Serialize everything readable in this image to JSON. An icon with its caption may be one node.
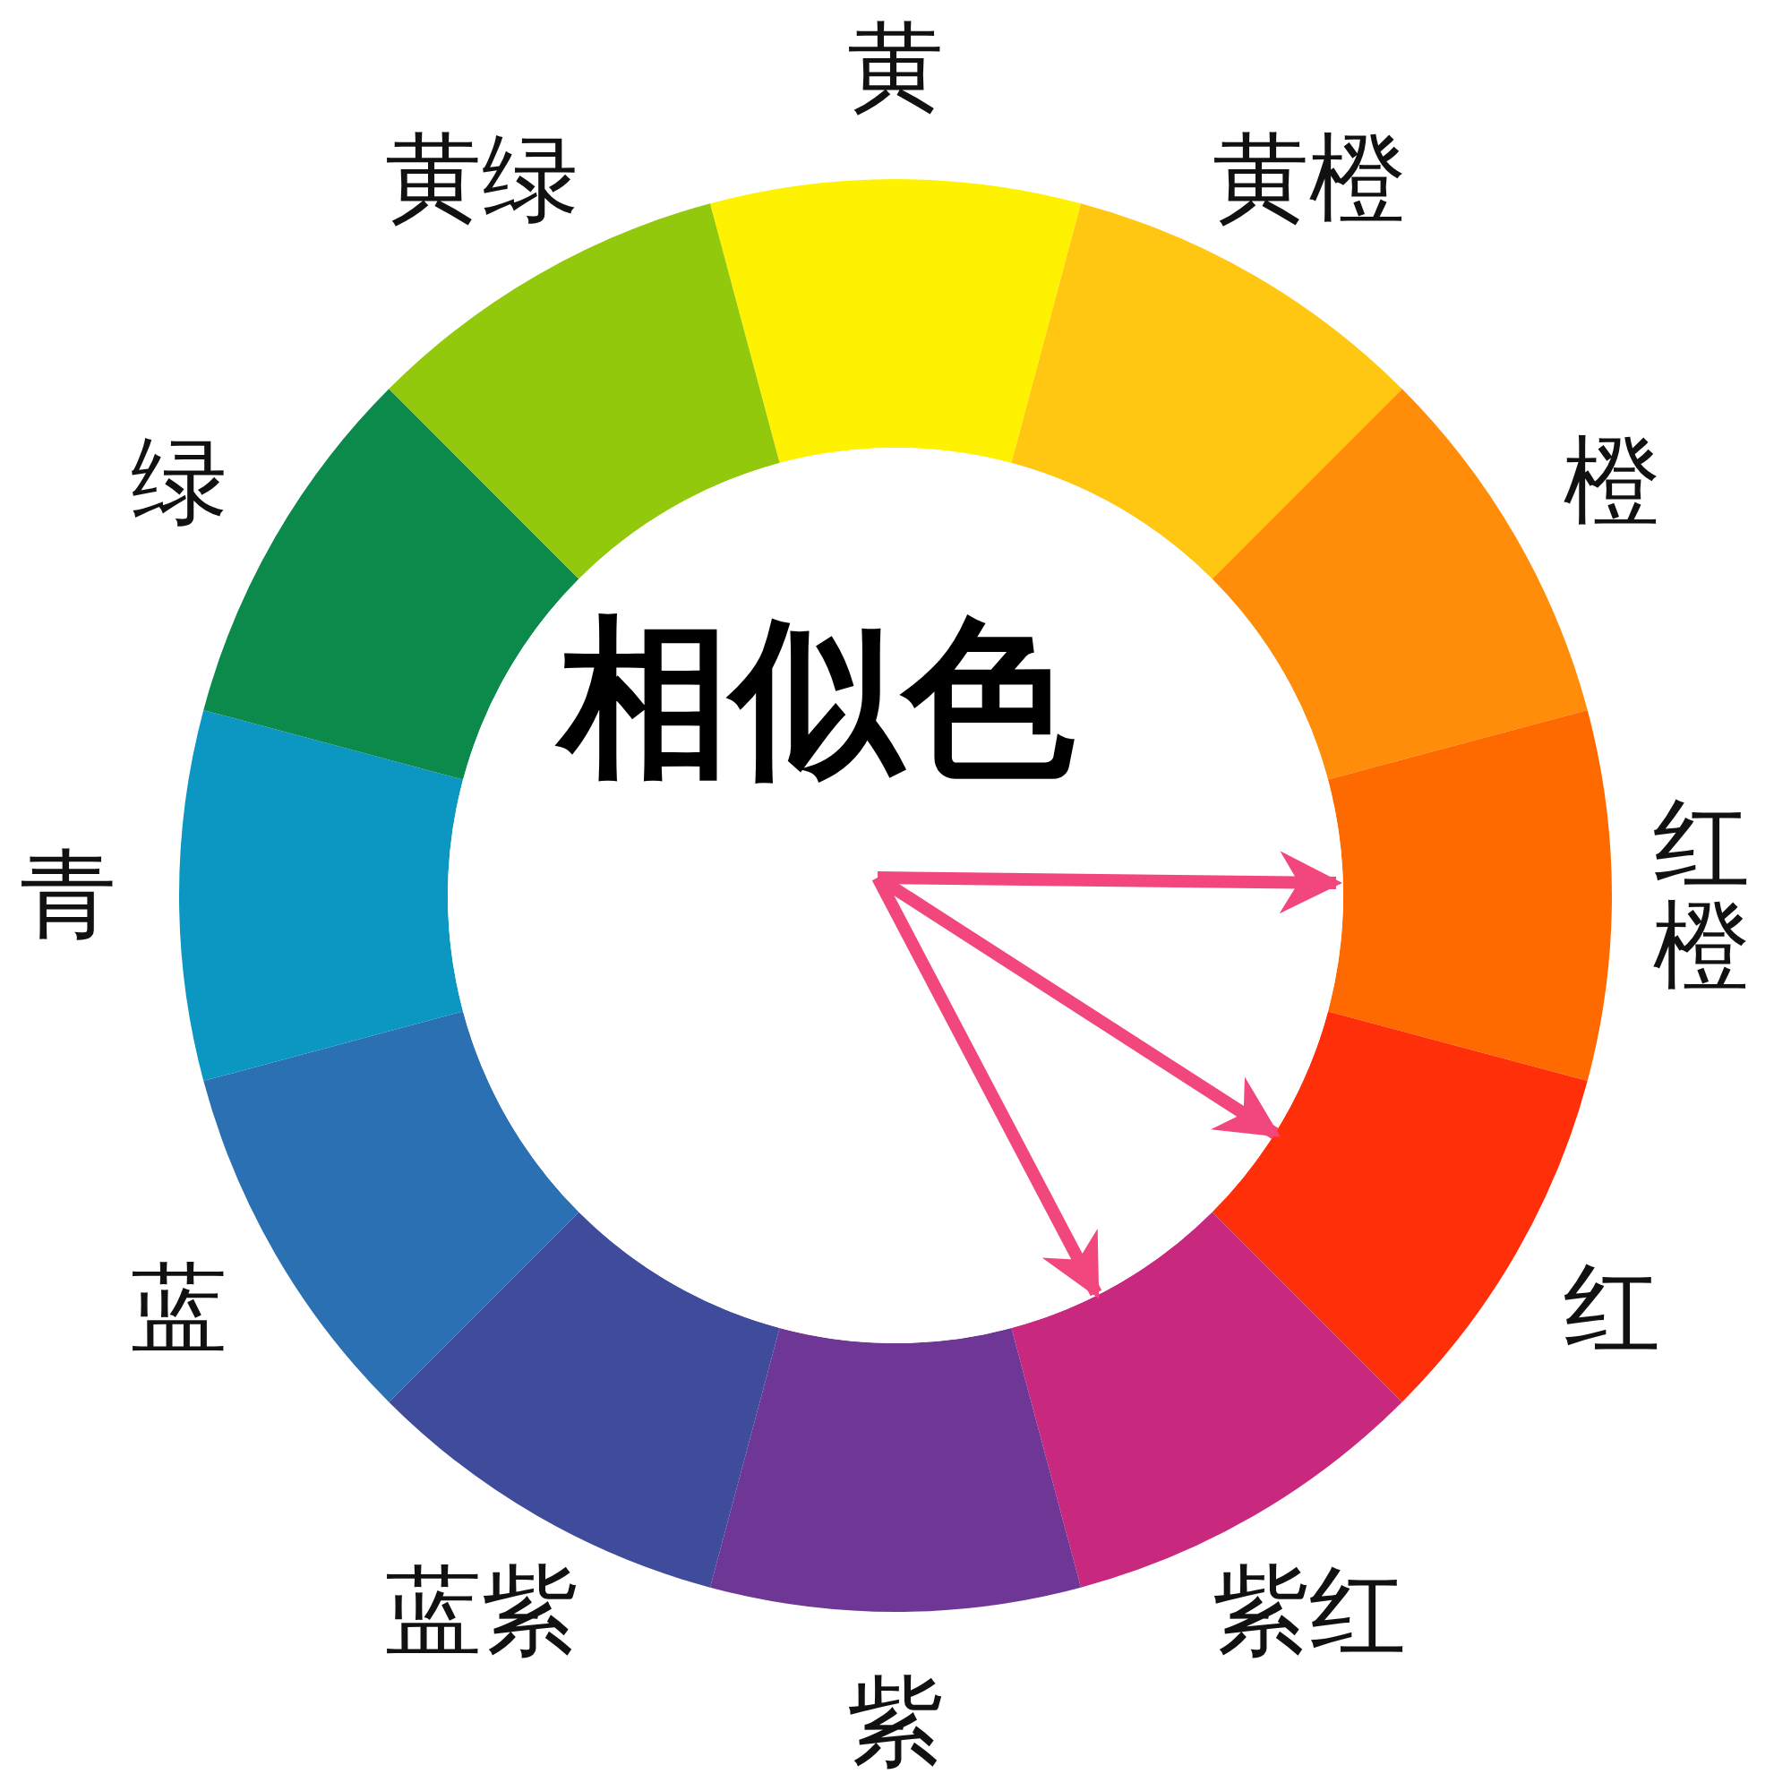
{
  "diagram": {
    "nodes": [
      {
        "text": [
          "黄"
        ]
      },
      {
        "text": [
          "黄橙"
        ]
      },
      {
        "text": [
          "橙"
        ]
      },
      {
        "text": [
          "红橙"
        ]
      },
      {
        "text": [
          "红"
        ]
      },
      {
        "text": [
          "紫红"
        ]
      },
      {
        "text": [
          "紫"
        ]
      },
      {
        "text": [
          "蓝紫"
        ]
      },
      {
        "text": [
          "蓝"
        ]
      },
      {
        "text": [
          "青"
        ]
      },
      {
        "text": [
          "绿"
        ]
      },
      {
        "text": [
          "黄绿"
        ]
      },
      {
        "text": [
          "相似色"
        ]
      }
    ],
    "edges": [
      {
        "from": 12,
        "to": 3,
        "arrow": "to"
      },
      {
        "from": 12,
        "to": 4,
        "arrow": "to"
      },
      {
        "from": 12,
        "to": 5,
        "arrow": "to"
      }
    ]
  }
}
